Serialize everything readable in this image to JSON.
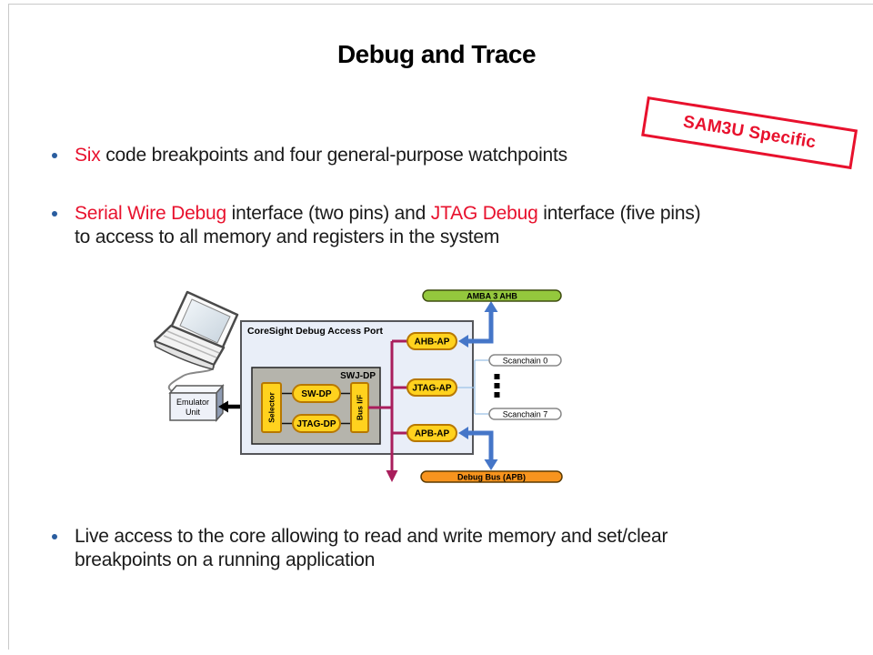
{
  "slide": {
    "title": "Debug and Trace",
    "stamp": "SAM3U Specific"
  },
  "bullets": [
    {
      "lines": [
        [
          {
            "t": "Six ",
            "red": true
          },
          {
            "t": "code breakpoints and four general-purpose watchpoints",
            "red": false
          }
        ]
      ]
    },
    {
      "lines": [
        [
          {
            "t": "Serial Wire Debug ",
            "red": true
          },
          {
            "t": "interface (two pins) and ",
            "red": false
          },
          {
            "t": "JTAG Debug ",
            "red": true
          },
          {
            "t": "interface (five pins)",
            "red": false
          }
        ],
        [
          {
            "t": "to access to all memory and registers in the system",
            "red": false
          }
        ]
      ]
    },
    {
      "lines": [
        [
          {
            "t": "Live access to the core allowing to read and write memory and set/clear",
            "red": false
          }
        ],
        [
          {
            "t": "breakpoints on a running application",
            "red": false
          }
        ]
      ]
    }
  ],
  "diagram": {
    "coresight_label": "CoreSight Debug Access Port",
    "swjdp_label": "SWJ-DP",
    "selector_label": "Selector",
    "swdp_label": "SW-DP",
    "jtagdp_label": "JTAG-DP",
    "busif_label": "Bus I/F",
    "ahb_ap_label": "AHB-AP",
    "jtag_ap_label": "JTAG-AP",
    "apb_ap_label": "APB-AP",
    "amba_label": "AMBA 3 AHB",
    "debug_bus_label": "Debug Bus (APB)",
    "scanchain0_label": "Scanchain 0",
    "scanchain7_label": "Scanchain 7",
    "emulator_lines": [
      "Emulator",
      "Unit"
    ]
  },
  "colors": {
    "accent_red": "#e8112d",
    "bullet_blue": "#2a5d9f",
    "block_yellow": "#ffd21e",
    "block_yellow_border": "#b87800",
    "amba_green": "#94c83d",
    "apb_orange": "#f7941e",
    "bus_crimson": "#a91e5c",
    "arrow_blue": "#4576c8",
    "coresight_fill": "#e9eef8",
    "swjdp_fill": "#b5b4ac"
  }
}
